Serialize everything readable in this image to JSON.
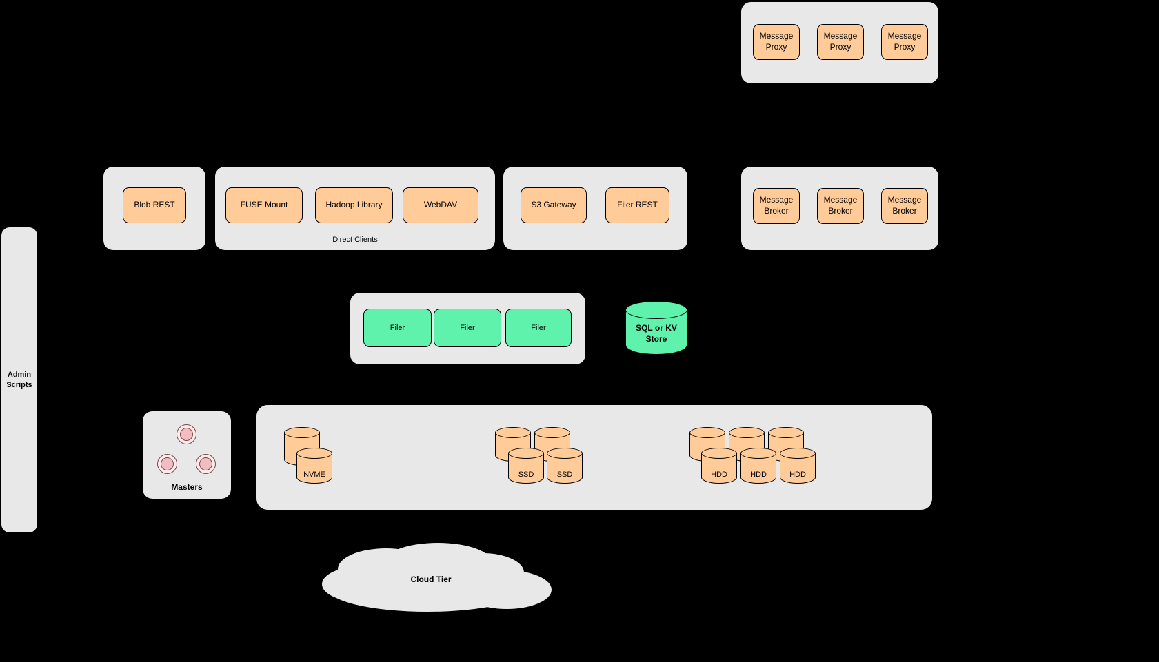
{
  "palette": {
    "background": "#000000",
    "panel_gray": "#e8e8e8",
    "node_orange": "#ffcc99",
    "node_green": "#5ff2ac",
    "master_pink": "#f3bcc3",
    "stroke": "#000000"
  },
  "admin_panel": {
    "label": "Admin Scripts"
  },
  "message_proxy_group": {
    "items": [
      "Message Proxy",
      "Message Proxy",
      "Message Proxy"
    ]
  },
  "blob_group": {
    "label": "Blob REST"
  },
  "direct_clients_group": {
    "caption": "Direct Clients",
    "items": [
      "FUSE Mount",
      "Hadoop Library",
      "WebDAV"
    ]
  },
  "gateway_group": {
    "items": [
      "S3 Gateway",
      "Filer REST"
    ]
  },
  "message_broker_group": {
    "items": [
      "Message Broker",
      "Message Broker",
      "Message Broker"
    ]
  },
  "filer_group": {
    "items": [
      "Filer",
      "Filer",
      "Filer"
    ]
  },
  "metadata_store": {
    "label": "SQL or KV Store"
  },
  "masters_group": {
    "label": "Masters"
  },
  "volume_group": {
    "nvme": {
      "label": "NVME"
    },
    "ssd": {
      "labels": [
        "SSD",
        "SSD"
      ]
    },
    "hdd": {
      "labels": [
        "HDD",
        "HDD",
        "HDD"
      ]
    }
  },
  "cloud_tier": {
    "label": "Cloud Tier"
  }
}
